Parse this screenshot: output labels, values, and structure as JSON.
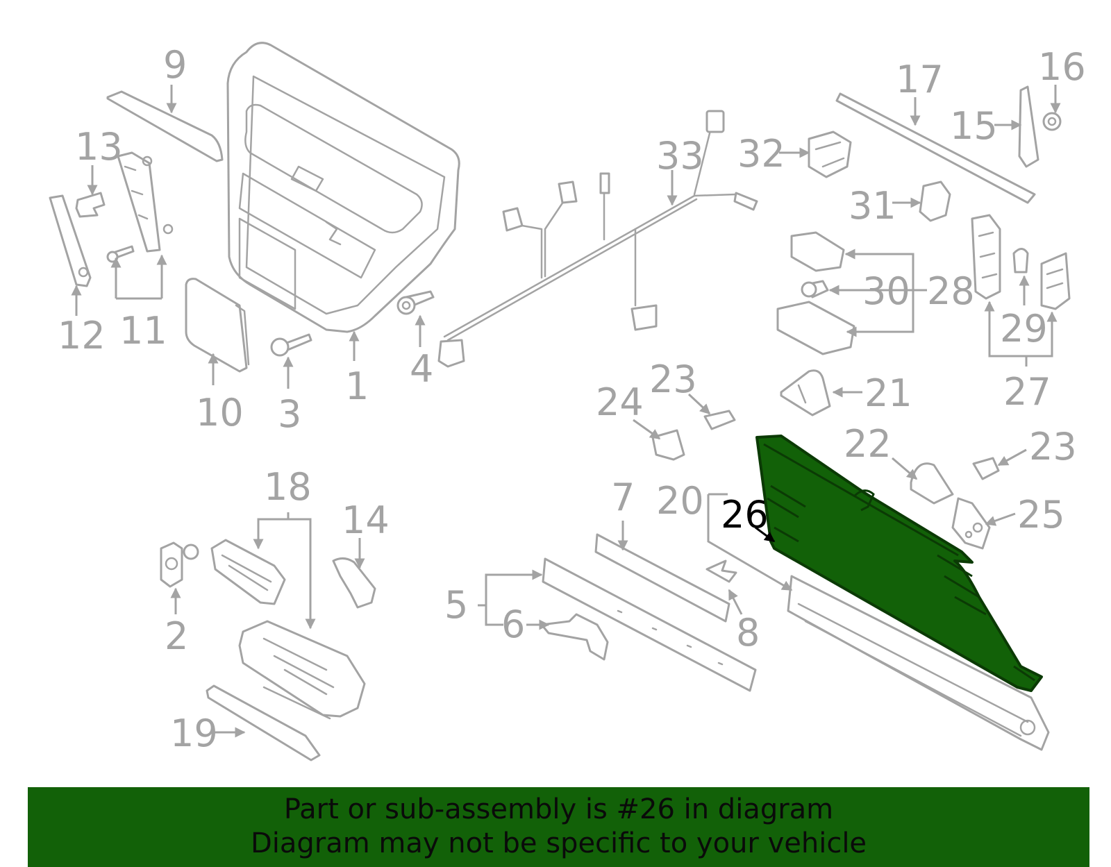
{
  "diagram": {
    "highlight_color": "#126108",
    "highlighted_part": "26",
    "callouts": [
      "1",
      "2",
      "3",
      "4",
      "5",
      "6",
      "7",
      "8",
      "9",
      "10",
      "11",
      "12",
      "13",
      "14",
      "15",
      "16",
      "17",
      "18",
      "19",
      "20",
      "21",
      "22",
      "23",
      "23",
      "24",
      "25",
      "26",
      "27",
      "28",
      "29",
      "30",
      "31",
      "32",
      "33"
    ]
  },
  "banner": {
    "line1": "Part or sub-assembly is #26 in diagram",
    "line2": "Diagram may not be specific to your vehicle"
  }
}
